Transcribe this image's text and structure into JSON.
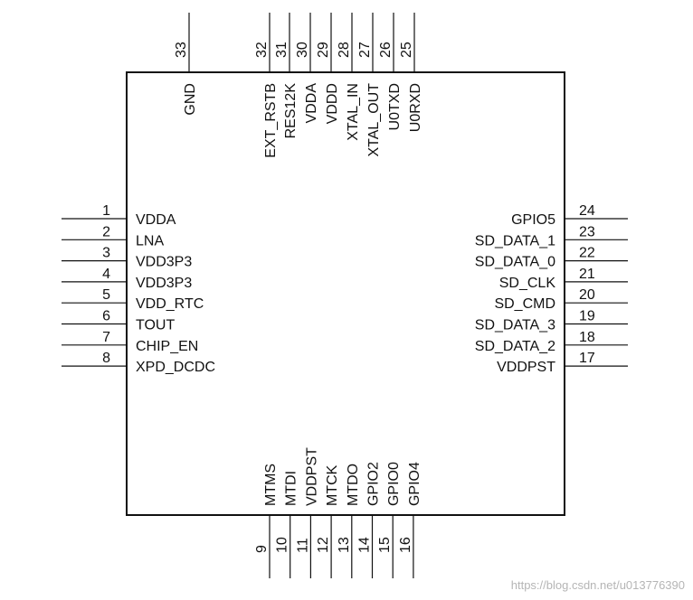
{
  "colors": {
    "line": "#111111",
    "text": "#111111",
    "watermark": "#b5b5b5",
    "background": "#ffffff"
  },
  "left_pins": [
    {
      "num": "1",
      "name": "VDDA"
    },
    {
      "num": "2",
      "name": "LNA"
    },
    {
      "num": "3",
      "name": "VDD3P3"
    },
    {
      "num": "4",
      "name": "VDD3P3"
    },
    {
      "num": "5",
      "name": "VDD_RTC"
    },
    {
      "num": "6",
      "name": "TOUT"
    },
    {
      "num": "7",
      "name": "CHIP_EN"
    },
    {
      "num": "8",
      "name": "XPD_DCDC"
    }
  ],
  "right_pins": [
    {
      "num": "24",
      "name": "GPIO5"
    },
    {
      "num": "23",
      "name": "SD_DATA_1"
    },
    {
      "num": "22",
      "name": "SD_DATA_0"
    },
    {
      "num": "21",
      "name": "SD_CLK"
    },
    {
      "num": "20",
      "name": "SD_CMD"
    },
    {
      "num": "19",
      "name": "SD_DATA_3"
    },
    {
      "num": "18",
      "name": "SD_DATA_2"
    },
    {
      "num": "17",
      "name": "VDDPST"
    }
  ],
  "bottom_pins": [
    {
      "num": "9",
      "name": "MTMS"
    },
    {
      "num": "10",
      "name": "MTDI"
    },
    {
      "num": "11",
      "name": "VDDPST"
    },
    {
      "num": "12",
      "name": "MTCK"
    },
    {
      "num": "13",
      "name": "MTDO"
    },
    {
      "num": "14",
      "name": "GPIO2"
    },
    {
      "num": "15",
      "name": "GPIO0"
    },
    {
      "num": "16",
      "name": "GPIO4"
    }
  ],
  "top_pins": [
    {
      "num": "33",
      "name": "GND"
    },
    {
      "num": "32",
      "name": "EXT_RSTB"
    },
    {
      "num": "31",
      "name": "RES12K"
    },
    {
      "num": "30",
      "name": "VDDA"
    },
    {
      "num": "29",
      "name": "VDDD"
    },
    {
      "num": "28",
      "name": "XTAL_IN"
    },
    {
      "num": "27",
      "name": "XTAL_OUT"
    },
    {
      "num": "26",
      "name": "U0TXD"
    },
    {
      "num": "25",
      "name": "U0RXD"
    }
  ],
  "watermark": "https://blog.csdn.net/u013776390"
}
